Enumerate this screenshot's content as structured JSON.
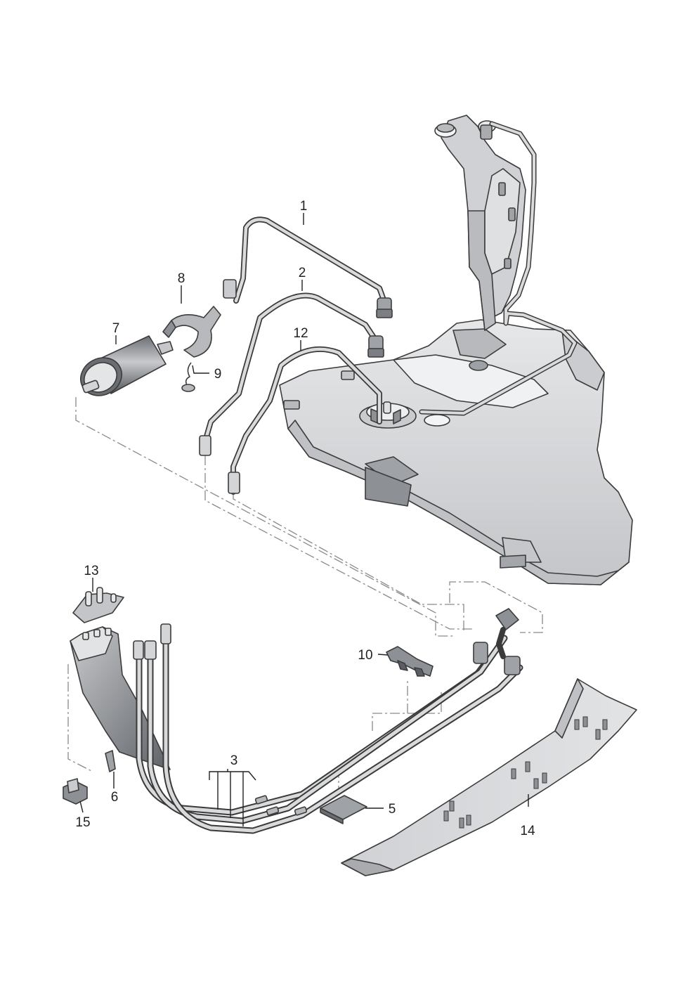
{
  "callouts": {
    "c1": "1",
    "c2": "2",
    "c3": "3",
    "c5": "5",
    "c6": "6",
    "c7": "7",
    "c8": "8",
    "c9": "9",
    "c10": "10",
    "c12": "12",
    "c13": "13",
    "c14": "14",
    "c15": "15"
  },
  "colors": {
    "part_fill": "#d9dadc",
    "part_shade": "#a9abaf",
    "part_dark": "#5b5e63",
    "outline": "#3c3c3c",
    "dash_line": "#8a8a8a"
  }
}
